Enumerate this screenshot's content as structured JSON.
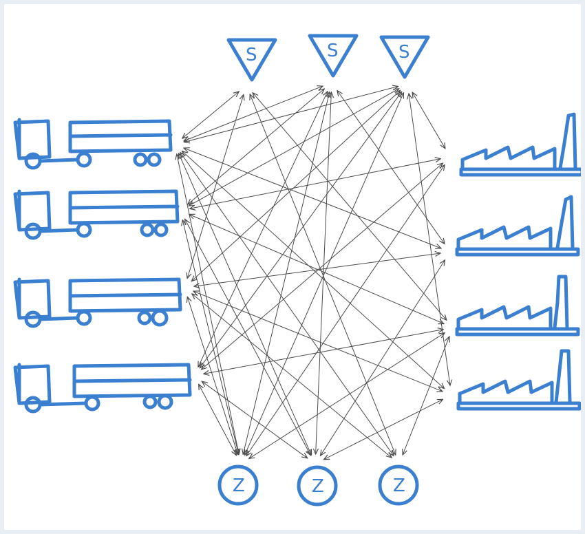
{
  "colors": {
    "icons": "#3a7fd0",
    "arrows": "#4a4a4a",
    "background": "#ffffff",
    "frame": "#e9eef5"
  },
  "suppliers": [
    {
      "id": "s1",
      "letter": "S"
    },
    {
      "id": "s2",
      "letter": "S"
    },
    {
      "id": "s3",
      "letter": "S"
    }
  ],
  "destinations": [
    {
      "id": "z1",
      "letter": "Z"
    },
    {
      "id": "z2",
      "letter": "Z"
    },
    {
      "id": "z3",
      "letter": "Z"
    }
  ],
  "trucks": [
    {
      "id": "t1"
    },
    {
      "id": "t2"
    },
    {
      "id": "t3"
    },
    {
      "id": "t4"
    }
  ],
  "factories": [
    {
      "id": "f1"
    },
    {
      "id": "f2"
    },
    {
      "id": "f3"
    },
    {
      "id": "f4"
    }
  ],
  "connections": [
    [
      "t1",
      "s1"
    ],
    [
      "t1",
      "s2"
    ],
    [
      "t1",
      "s3"
    ],
    [
      "t1",
      "z1"
    ],
    [
      "t1",
      "z2"
    ],
    [
      "t1",
      "z3"
    ],
    [
      "t1",
      "f2"
    ],
    [
      "t1",
      "f4"
    ],
    [
      "t2",
      "s2"
    ],
    [
      "t2",
      "s3"
    ],
    [
      "t2",
      "z1"
    ],
    [
      "t2",
      "z2"
    ],
    [
      "t2",
      "f1"
    ],
    [
      "t2",
      "f3"
    ],
    [
      "t3",
      "s1"
    ],
    [
      "t3",
      "s3"
    ],
    [
      "t3",
      "z1"
    ],
    [
      "t3",
      "z3"
    ],
    [
      "t3",
      "f2"
    ],
    [
      "t3",
      "f4"
    ],
    [
      "t4",
      "s2"
    ],
    [
      "t4",
      "s3"
    ],
    [
      "t4",
      "z1"
    ],
    [
      "t4",
      "z2"
    ],
    [
      "t4",
      "f1"
    ],
    [
      "t4",
      "f3"
    ],
    [
      "s1",
      "f3"
    ],
    [
      "s1",
      "z3"
    ],
    [
      "s2",
      "f2"
    ],
    [
      "s2",
      "z1"
    ],
    [
      "s2",
      "z2"
    ],
    [
      "s3",
      "f1"
    ],
    [
      "s3",
      "z1"
    ],
    [
      "s3",
      "f4"
    ],
    [
      "f1",
      "z1"
    ],
    [
      "f2",
      "z2"
    ],
    [
      "f3",
      "z1"
    ],
    [
      "f3",
      "z3"
    ],
    [
      "f4",
      "z2"
    ]
  ]
}
